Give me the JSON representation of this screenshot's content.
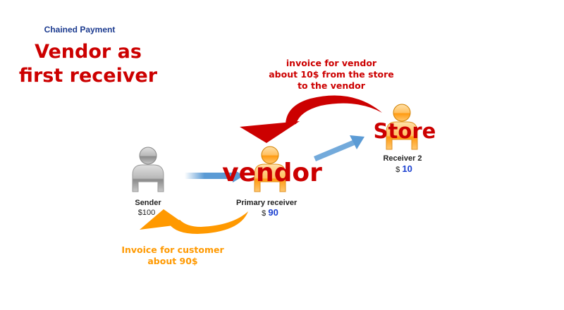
{
  "title": "Chained Payment",
  "heading": [
    "Vendor as",
    "first receiver"
  ],
  "nodes": {
    "sender": {
      "label": "Sender",
      "amount": "$100"
    },
    "primary": {
      "overlay": "vendor",
      "label": "Primary receiver",
      "currency": "$",
      "amount": "90"
    },
    "receiver2": {
      "overlay": "Store",
      "label": "Receiver 2",
      "currency": "$",
      "amount": "10"
    }
  },
  "notes": {
    "vendor_invoice": [
      "invoice for vendor",
      "about 10$ from the store",
      "to the vendor"
    ],
    "customer_invoice": [
      "Invoice for customer",
      "about 90$"
    ]
  },
  "colors": {
    "red": "#cc0000",
    "orange": "#ff9900",
    "blue": "#5b9bd5",
    "title": "#1b3a8f"
  }
}
